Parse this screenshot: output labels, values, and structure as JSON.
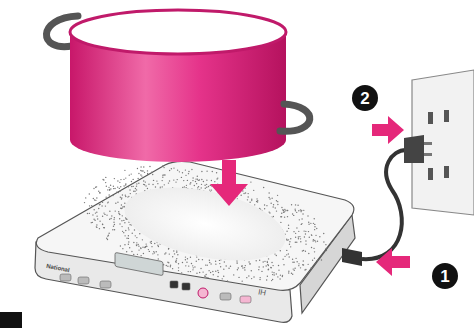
{
  "diagram": {
    "labels": [
      "2",
      "1",
      "National",
      "IH"
    ]
  }
}
